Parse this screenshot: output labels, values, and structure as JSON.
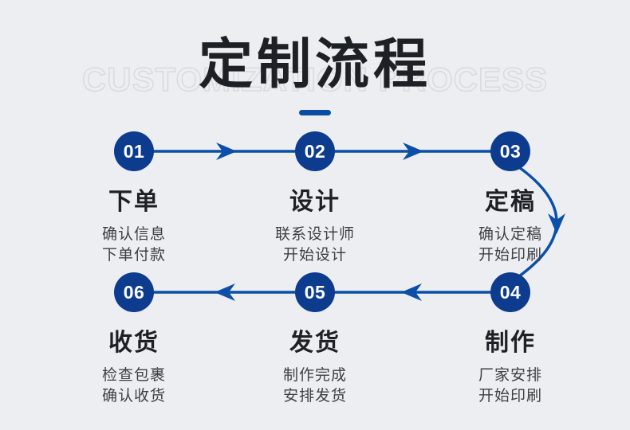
{
  "page": {
    "background_color": "#eceef2",
    "circle_color": "#0d3c8f",
    "arrow_color": "#0b4fa8",
    "title_color": "#1d2025",
    "watermark_color": "#d7dade"
  },
  "header": {
    "watermark": "CUSTOMIZATION PROCESS",
    "title": "定制流程"
  },
  "steps": [
    {
      "number": "01",
      "title": "下单",
      "lines": [
        "确认信息",
        "下单付款"
      ]
    },
    {
      "number": "02",
      "title": "设计",
      "lines": [
        "联系设计师",
        "开始设计"
      ]
    },
    {
      "number": "03",
      "title": "定稿",
      "lines": [
        "确认定稿",
        "开始印刷"
      ]
    },
    {
      "number": "04",
      "title": "制作",
      "lines": [
        "厂家安排",
        "开始印刷"
      ]
    },
    {
      "number": "05",
      "title": "发货",
      "lines": [
        "制作完成",
        "安排发货"
      ]
    },
    {
      "number": "06",
      "title": "收货",
      "lines": [
        "检查包裹",
        "确认收货"
      ]
    }
  ]
}
